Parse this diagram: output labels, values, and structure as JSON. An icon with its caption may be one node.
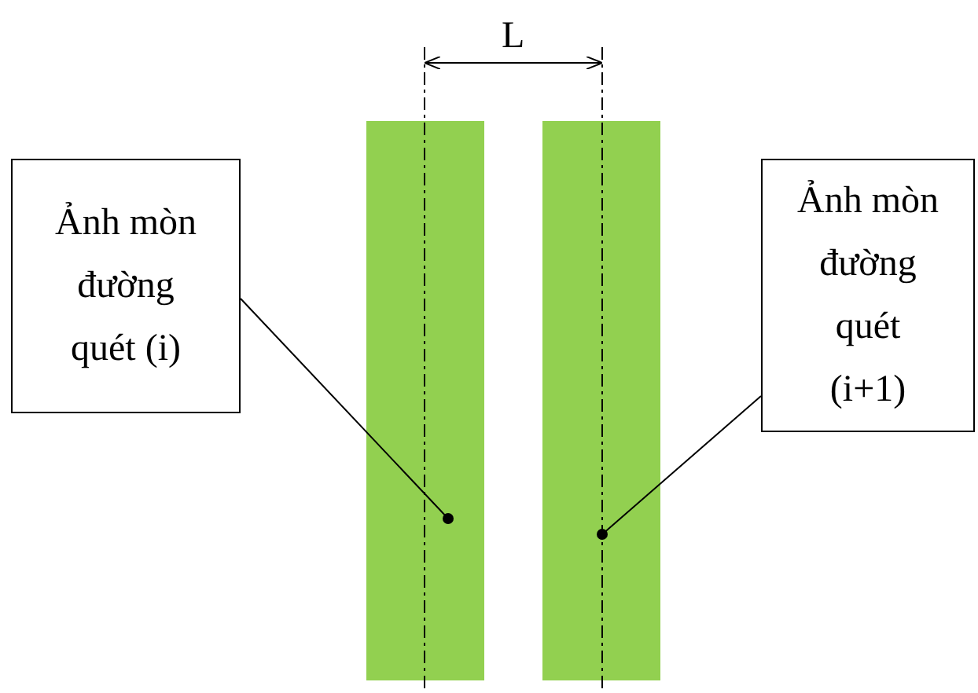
{
  "diagram": {
    "nodes": [
      {
        "text": [
          "Ảnh mòn đường quét (i)"
        ]
      },
      {
        "text": [],
        "shape": "bar"
      },
      {
        "text": [],
        "shape": "bar"
      },
      {
        "text": [
          "Ảnh mòn đường quét (i+1)"
        ]
      }
    ],
    "edges": [
      {
        "from": 0,
        "to": 1,
        "arrow": "other"
      },
      {
        "from": 3,
        "to": 2,
        "arrow": "other"
      }
    ],
    "labels": [
      "L"
    ]
  }
}
